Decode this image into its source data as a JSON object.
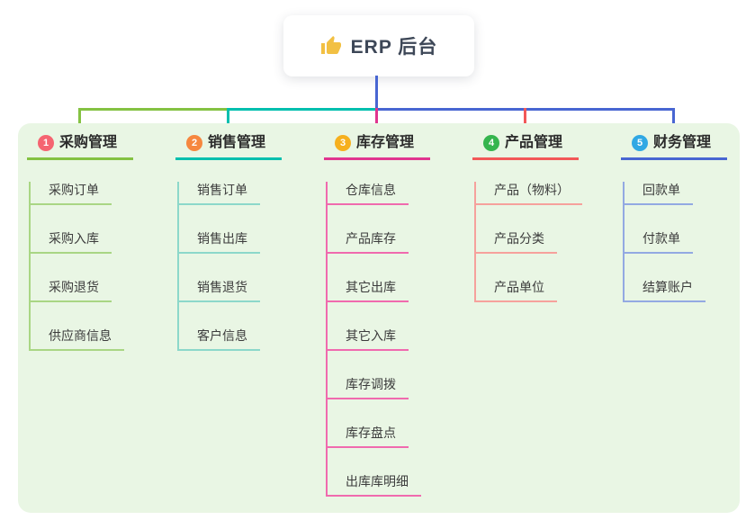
{
  "root": {
    "icon": "thumbs-up-icon",
    "title": "ERP 后台"
  },
  "colors": {
    "canvas_bg": "#ffffff",
    "panel_bg": "#e9f6e4",
    "root_connector": "#4866d2",
    "root_text": "#3d4757",
    "branch_text": "#2b2b2b",
    "child_text": "#3c3c3c"
  },
  "branches": [
    {
      "number": "1",
      "title": "采购管理",
      "badge_color": "#f56471",
      "line_color": "#84c242",
      "child_line_color": "#a9d684",
      "children": [
        "采购订单",
        "采购入库",
        "采购退货",
        "供应商信息"
      ]
    },
    {
      "number": "2",
      "title": "销售管理",
      "badge_color": "#f6873f",
      "line_color": "#00bfae",
      "child_line_color": "#8cd8ca",
      "children": [
        "销售订单",
        "销售出库",
        "销售退货",
        "客户信息"
      ]
    },
    {
      "number": "3",
      "title": "库存管理",
      "badge_color": "#f6b01e",
      "line_color": "#e0358f",
      "child_line_color": "#f06aae",
      "children": [
        "仓库信息",
        "产品库存",
        "其它出库",
        "其它入库",
        "库存调拨",
        "库存盘点",
        "出库库明细"
      ]
    },
    {
      "number": "4",
      "title": "产品管理",
      "badge_color": "#35b54e",
      "line_color": "#f25858",
      "child_line_color": "#f6a19c",
      "children": [
        "产品（物料）",
        "产品分类",
        "产品单位"
      ]
    },
    {
      "number": "5",
      "title": "财务管理",
      "badge_color": "#30a8e4",
      "line_color": "#4866d2",
      "child_line_color": "#93a9e2",
      "children": [
        "回款单",
        "付款单",
        "结算账户"
      ]
    }
  ]
}
